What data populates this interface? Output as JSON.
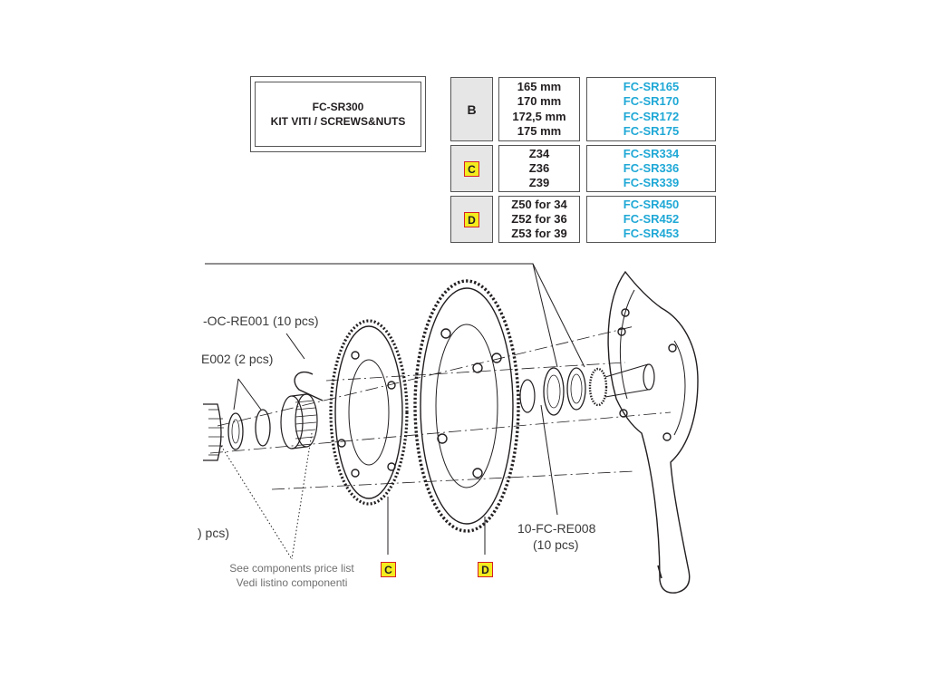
{
  "kit": {
    "line1": "FC-SR300",
    "line2": "KIT VITI / SCREWS&NUTS"
  },
  "table": {
    "rows": [
      {
        "letter": "B",
        "sizes": [
          "165 mm",
          "170 mm",
          "172,5 mm",
          "175 mm"
        ],
        "codes": [
          "FC-SR165",
          "FC-SR170",
          "FC-SR172",
          "FC-SR175"
        ]
      },
      {
        "letter": "C",
        "sizes": [
          "Z34",
          "Z36",
          "Z39"
        ],
        "codes": [
          "FC-SR334",
          "FC-SR336",
          "FC-SR339"
        ]
      },
      {
        "letter": "D",
        "sizes": [
          "Z50 for 34",
          "Z52 for 36",
          "Z53 for 39"
        ],
        "codes": [
          "FC-SR450",
          "FC-SR452",
          "FC-SR453"
        ]
      }
    ]
  },
  "callouts": {
    "oc_re001": "-OC-RE001 (10 pcs)",
    "e002": "E002 (2 pcs)",
    "pcs_partial": ") pcs)",
    "fc_re008_code": "10-FC-RE008",
    "fc_re008_qty": "(10 pcs)"
  },
  "note": {
    "line1": "See components price list",
    "line2": "Vedi listino componenti"
  },
  "tags": {
    "c": "C",
    "d": "D"
  },
  "colors": {
    "code_text": "#1fa8d6",
    "tag_fill": "#f4ec1d",
    "tag_border": "#d51f2b",
    "letter_cell": "#e6e6e6"
  }
}
